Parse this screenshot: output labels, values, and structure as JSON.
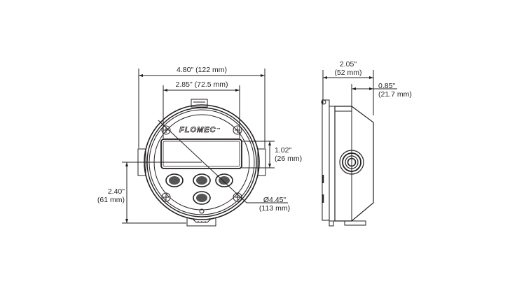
{
  "diagram": {
    "brand_label": "FLOMEC",
    "trademark": "™",
    "front_view": {
      "overall_width": {
        "imperial": "4.80\"",
        "metric": "(122 mm)",
        "full": "4.80\" (122 mm)"
      },
      "display_width": {
        "imperial": "2.85\"",
        "metric": "(72.5 mm)",
        "full": "2.85\" (72.5 mm)"
      },
      "display_height": {
        "imperial": "1.02\"",
        "metric": "(26 mm)"
      },
      "diameter": {
        "imperial": "Ø4.45\"",
        "metric": "(113 mm)"
      },
      "center_to_bottom": {
        "imperial": "2.40\"",
        "metric": "(61 mm)"
      },
      "buttons": [
        "button-top-left",
        "button-top-center",
        "button-top-right",
        "button-bottom-center"
      ],
      "screws": 4
    },
    "side_view": {
      "depth": {
        "imperial": "2.05\"",
        "metric": "(52 mm)"
      },
      "bezel_depth": {
        "imperial": "0.85\"",
        "metric": "(21.7 mm)"
      }
    },
    "colors": {
      "line": "#231f20",
      "background": "#ffffff"
    }
  }
}
